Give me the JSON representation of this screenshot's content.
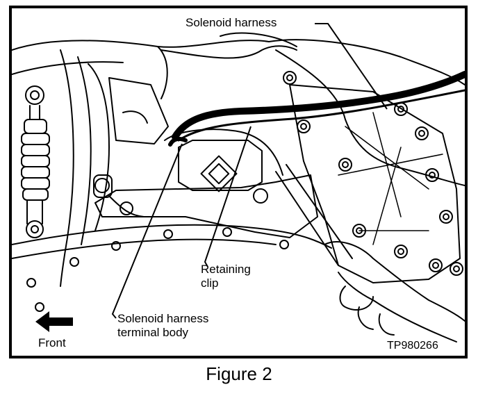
{
  "labels": {
    "solenoid_harness": "Solenoid harness",
    "retaining_clip_line1": "Retaining",
    "retaining_clip_line2": "clip",
    "terminal_body_line1": "Solenoid harness",
    "terminal_body_line2": "terminal body",
    "front": "Front",
    "figure_code": "TP980266"
  },
  "caption": "Figure 2",
  "icons": {
    "direction_arrow": "left-arrow-icon"
  }
}
